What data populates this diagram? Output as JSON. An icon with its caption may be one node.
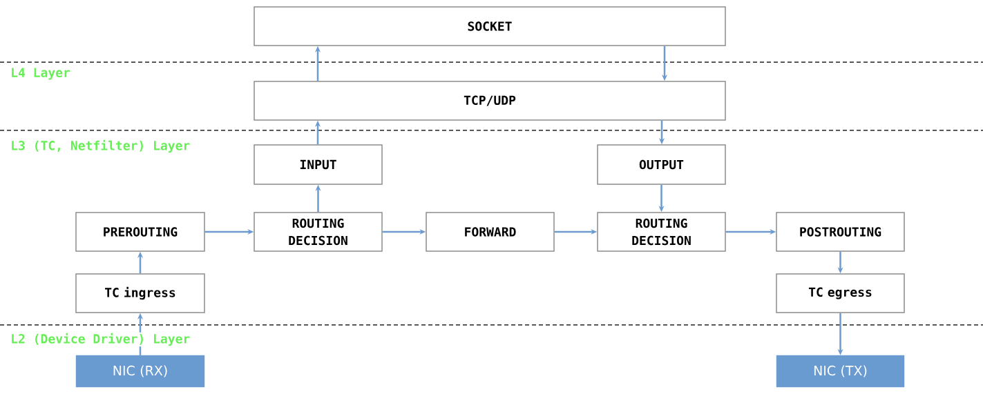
{
  "diagram": {
    "nodes": [
      {
        "text": [
          "SOCKET"
        ]
      },
      {
        "text": [
          "TCP/UDP"
        ]
      },
      {
        "text": [
          "INPUT"
        ]
      },
      {
        "text": [
          "OUTPUT"
        ]
      },
      {
        "text": [
          "PREROUTING"
        ]
      },
      {
        "text": [
          "ROUTING DECISION"
        ]
      },
      {
        "text": [
          "FORWARD"
        ]
      },
      {
        "text": [
          "ROUTING DECISION"
        ]
      },
      {
        "text": [
          "POSTROUTING"
        ]
      },
      {
        "text": [
          "TC ingress"
        ]
      },
      {
        "text": [
          "TC egress"
        ]
      },
      {
        "text": [
          "NIC (RX)"
        ]
      },
      {
        "text": [
          "NIC (TX)"
        ]
      }
    ],
    "edges": [
      {
        "from": 11,
        "to": 9,
        "arrow": "to"
      },
      {
        "from": 9,
        "to": 4,
        "arrow": "to"
      },
      {
        "from": 4,
        "to": 5,
        "arrow": "to"
      },
      {
        "from": 5,
        "to": 2,
        "arrow": "to"
      },
      {
        "from": 2,
        "to": 1,
        "arrow": "to"
      },
      {
        "from": 1,
        "to": 0,
        "arrow": "to"
      },
      {
        "from": 0,
        "to": 1,
        "arrow": "to"
      },
      {
        "from": 1,
        "to": 3,
        "arrow": "to"
      },
      {
        "from": 3,
        "to": 7,
        "arrow": "to"
      },
      {
        "from": 5,
        "to": 6,
        "arrow": "to"
      },
      {
        "from": 6,
        "to": 7,
        "arrow": "to"
      },
      {
        "from": 7,
        "to": 8,
        "arrow": "to"
      },
      {
        "from": 8,
        "to": 10,
        "arrow": "to"
      },
      {
        "from": 10,
        "to": 12,
        "arrow": "to"
      }
    ],
    "labels": [
      "L4 Layer",
      "L3 (TC, Netfilter) Layer",
      "L2 (Device Driver) Layer"
    ]
  }
}
